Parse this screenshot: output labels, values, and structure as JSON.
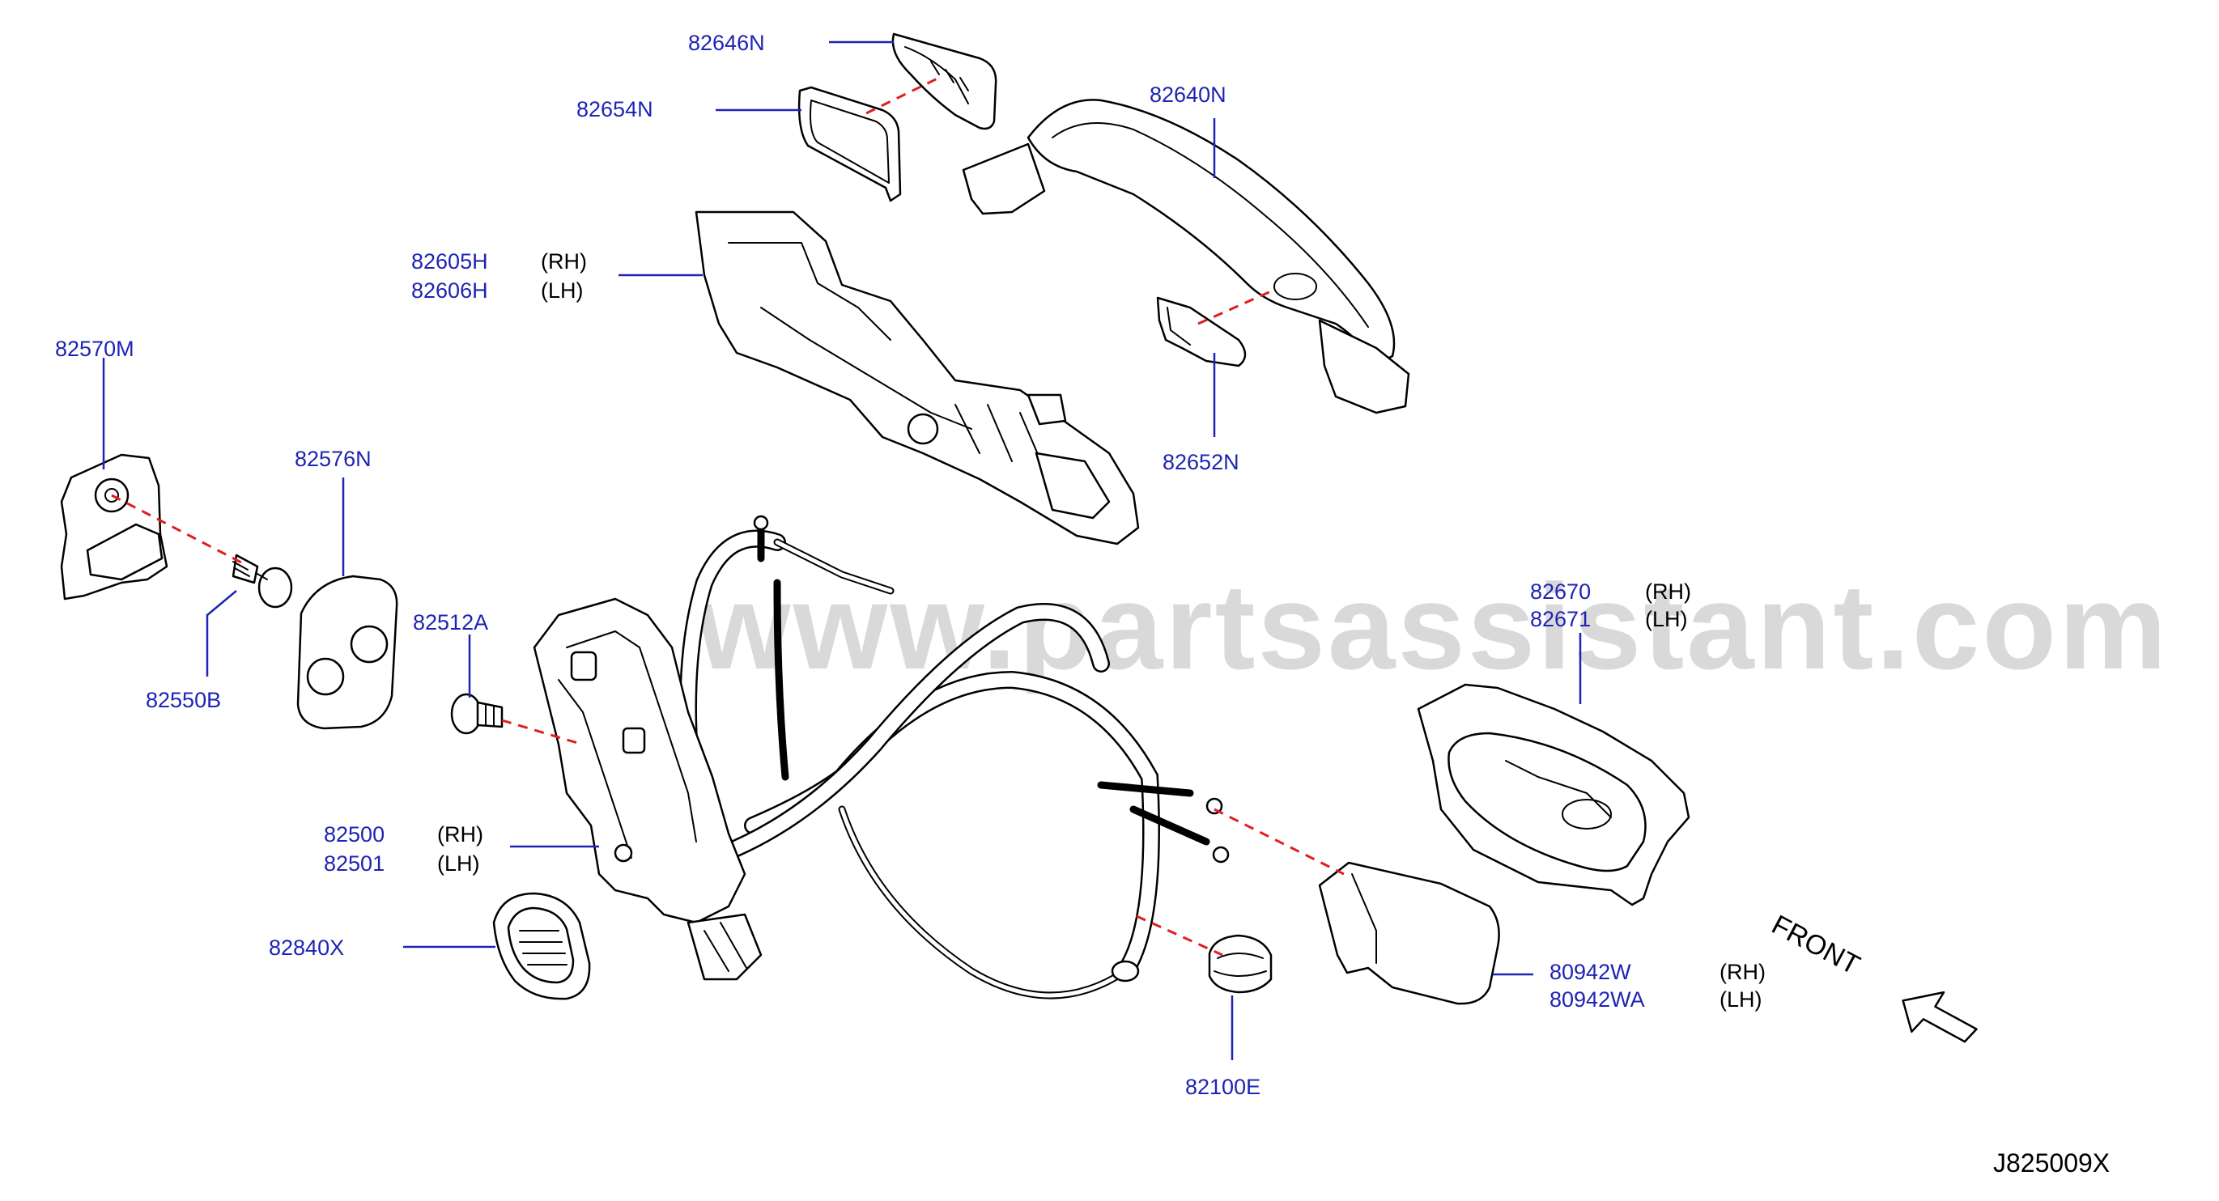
{
  "watermark": "www.partsassistant.com",
  "diagram_code": "J825009X",
  "direction_label": "FRONT",
  "colors": {
    "part_number": "#1e24b4",
    "leader": "#1e24b4",
    "dashed_link": "#e01e1e",
    "watermark": "#d9d9d9"
  },
  "labels": {
    "p82646N": {
      "num": "82646N"
    },
    "p82654N": {
      "num": "82654N"
    },
    "p82640N": {
      "num": "82640N"
    },
    "p82605H": {
      "num": "82605H",
      "side": "(RH)"
    },
    "p82606H": {
      "num": "82606H",
      "side": "(LH)"
    },
    "p82570M": {
      "num": "82570M"
    },
    "p82576N": {
      "num": "82576N"
    },
    "p82652N": {
      "num": "82652N"
    },
    "p82512A": {
      "num": "82512A"
    },
    "p82550B": {
      "num": "82550B"
    },
    "p82670": {
      "num": "82670",
      "side": "(RH)"
    },
    "p82671": {
      "num": "82671",
      "side": "(LH)"
    },
    "p82500": {
      "num": "82500",
      "side": "(RH)"
    },
    "p82501": {
      "num": "82501",
      "side": "(LH)"
    },
    "p82840X": {
      "num": "82840X"
    },
    "p80942W": {
      "num": "80942W",
      "side": "(RH)"
    },
    "p80942WA": {
      "num": "80942WA",
      "side": "(LH)"
    },
    "p82100E": {
      "num": "82100E"
    }
  }
}
